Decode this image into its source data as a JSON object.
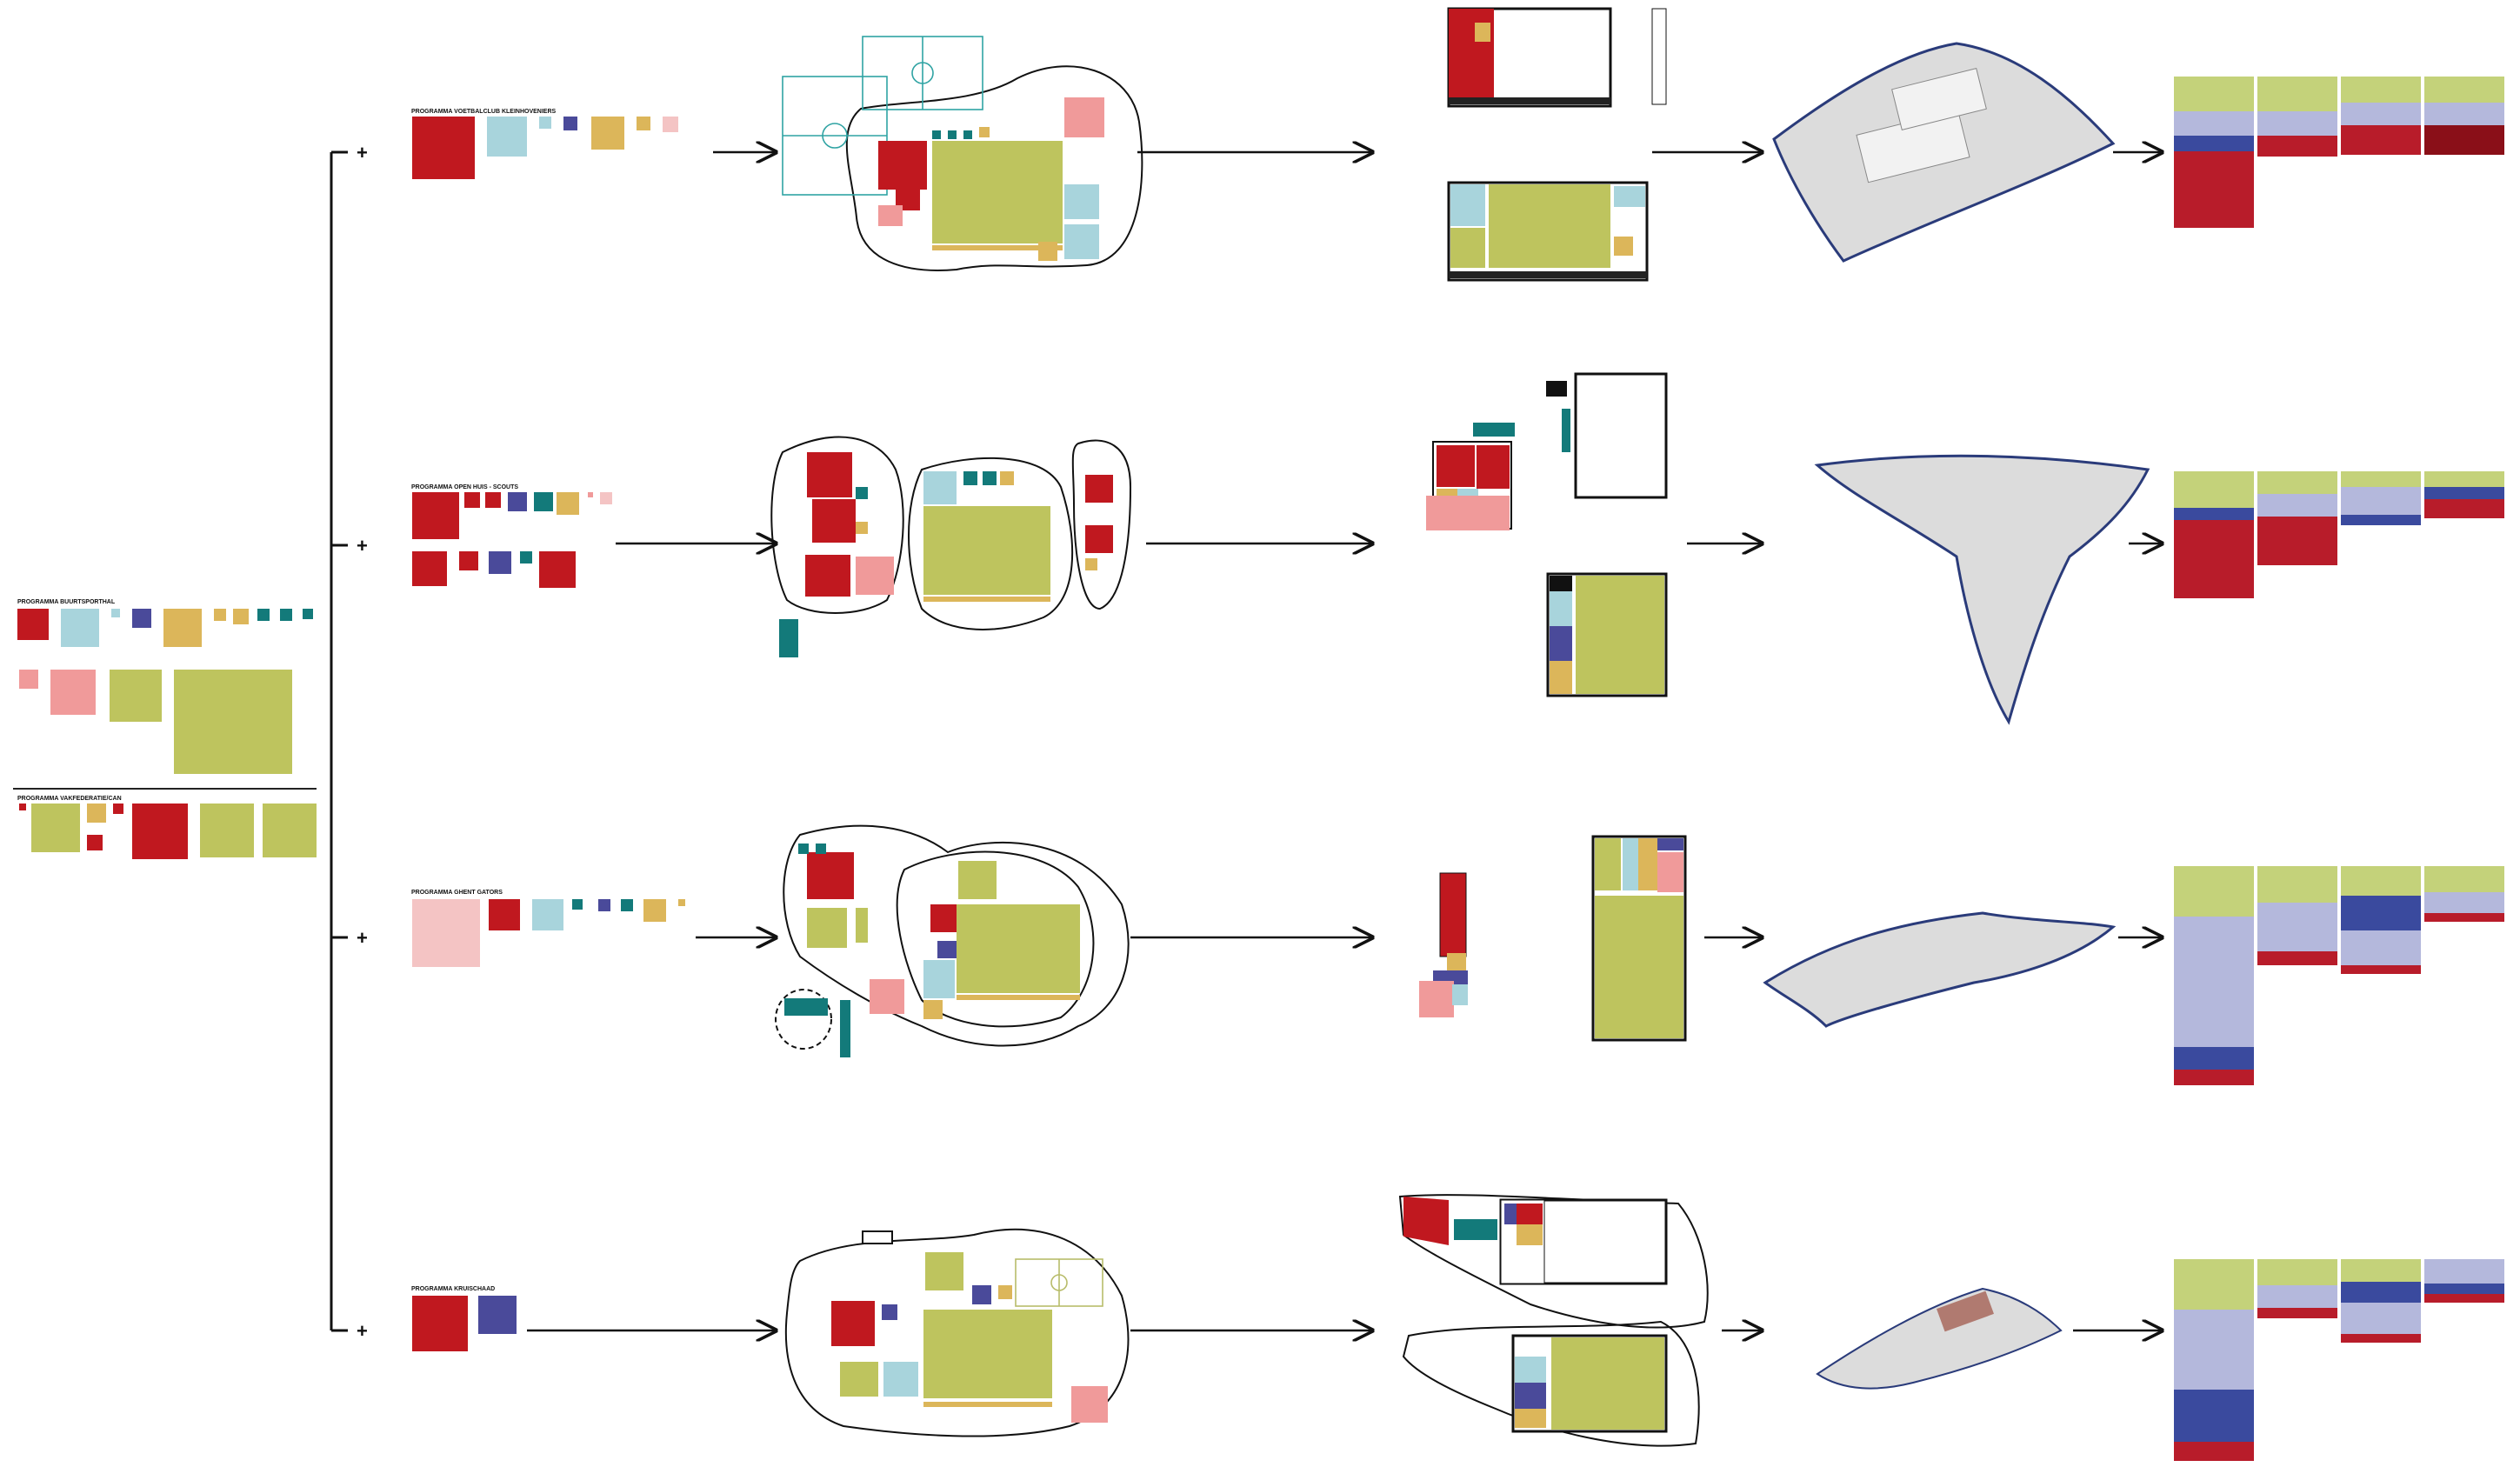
{
  "programmes": {
    "left_top": "PROGRAMMA BUURTSPORTHAL",
    "left_bottom": "PROGRAMMA VAKFEDERATIE/CAN",
    "row1": "PROGRAMMA VOETBALCLUB KLEINHOVENIERS",
    "row2": "PROGRAMMA OPEN HUIS - SCOUTS",
    "row3": "PROGRAMMA GHENT GATORS",
    "row4": "PROGRAMMA KRUISCHAAD"
  },
  "plus_symbol": "+",
  "colors": {
    "red": "#c0181f",
    "light_blue": "#a8d4dc",
    "navy": "#4a4a9a",
    "mustard": "#dcb65a",
    "teal": "#137a7a",
    "pink": "#f09a9a",
    "olive": "#bec45e",
    "light_pink": "#f4c4c4",
    "model_grey": "#dcdcdc",
    "outline_blue": "#2a3b7a",
    "table_green": "#c4d27a",
    "table_lavender": "#b4b8dc",
    "table_blue": "#3a4a9e",
    "table_red": "#b81c2a"
  }
}
